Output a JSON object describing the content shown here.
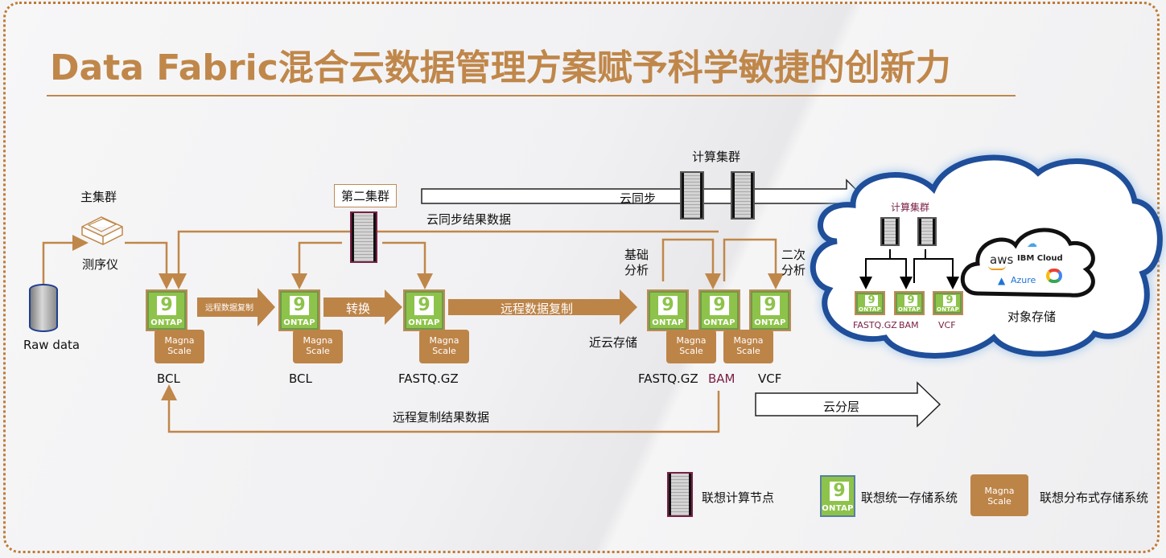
{
  "title": "Data Fabric混合云数据管理方案赋予科学敏捷的创新力",
  "colors": {
    "accent": "#c0874a",
    "ontap_green": "#8dc34a",
    "magna_brown": "#bd8448",
    "cloud_blue": "#1f4e9a",
    "purple": "#7a2045"
  },
  "primary_site": {
    "cluster_label": "主集群",
    "sequencer_label": "测序仪",
    "raw_data_label": "Raw data",
    "file_label": "BCL"
  },
  "secondary_site": {
    "cluster_label": "第二集群",
    "file_labels": [
      "BCL",
      "FASTQ.GZ"
    ],
    "convert_label": "转换"
  },
  "arrows": {
    "remote_copy_small": "远程数据复制",
    "remote_copy_large": "远程数据复制",
    "cloud_sync": "云同步",
    "cloud_sync_result": "云同步结果数据",
    "remote_copy_result": "远程复制结果数据",
    "cloud_tiering": "云分层"
  },
  "near_cloud": {
    "compute_cluster_label": "计算集群",
    "storage_label": "近云存储",
    "basic_analysis": [
      "基础",
      "分析"
    ],
    "secondary_analysis": [
      "二次",
      "分析"
    ],
    "file_labels": [
      "FASTQ.GZ",
      "BAM",
      "VCF"
    ]
  },
  "cloud": {
    "compute_cluster_label": "计算集群",
    "file_labels": [
      "FASTQ.GZ",
      "BAM",
      "VCF"
    ],
    "object_storage_label": "对象存储",
    "providers": [
      "aws",
      "IBM Cloud",
      "Azure",
      "Google Cloud"
    ]
  },
  "ontap": {
    "digit": "9",
    "text": "ONTAP"
  },
  "magna": {
    "line1": "Magna",
    "line2": "Scale"
  },
  "legend": [
    {
      "icon": "server-rack-icon",
      "label": "联想计算节点"
    },
    {
      "icon": "ontap-icon",
      "label": "联想统一存储系统"
    },
    {
      "icon": "magna-scale-icon",
      "label": "联想分布式存储系统"
    }
  ]
}
